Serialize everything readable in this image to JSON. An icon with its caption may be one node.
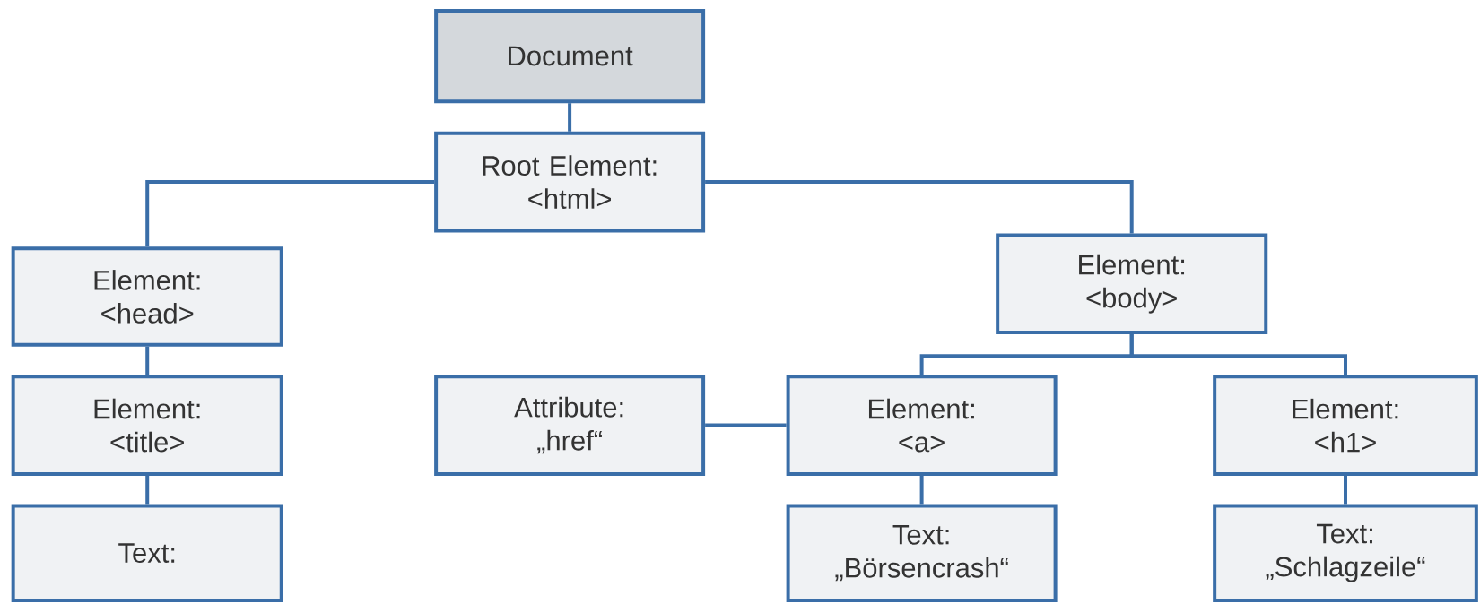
{
  "diagram": {
    "nodes": [
      {
        "text": [
          "Document"
        ]
      },
      {
        "text": [
          "Root Element: <html>"
        ]
      },
      {
        "text": [
          "Element: <head>"
        ]
      },
      {
        "text": [
          "Element: <title>"
        ]
      },
      {
        "text": [
          "Text:"
        ]
      },
      {
        "text": [
          "Attribute: „href“"
        ]
      },
      {
        "text": [
          "Element: <body>"
        ]
      },
      {
        "text": [
          "Element: <a>"
        ]
      },
      {
        "text": [
          "Element: <h1>"
        ]
      },
      {
        "text": [
          "Text: „Börsencrash“"
        ]
      },
      {
        "text": [
          "Text: „Schlagzeile“"
        ]
      }
    ],
    "edges": [
      {
        "from": 0,
        "to": 1,
        "arrow": "none"
      },
      {
        "from": 1,
        "to": 2,
        "arrow": "none"
      },
      {
        "from": 1,
        "to": 6,
        "arrow": "none"
      },
      {
        "from": 2,
        "to": 3,
        "arrow": "none"
      },
      {
        "from": 3,
        "to": 4,
        "arrow": "none"
      },
      {
        "from": 6,
        "to": 7,
        "arrow": "none"
      },
      {
        "from": 6,
        "to": 8,
        "arrow": "none"
      },
      {
        "from": 7,
        "to": 5,
        "arrow": "none"
      },
      {
        "from": 7,
        "to": 9,
        "arrow": "none"
      },
      {
        "from": 8,
        "to": 10,
        "arrow": "none"
      }
    ]
  }
}
